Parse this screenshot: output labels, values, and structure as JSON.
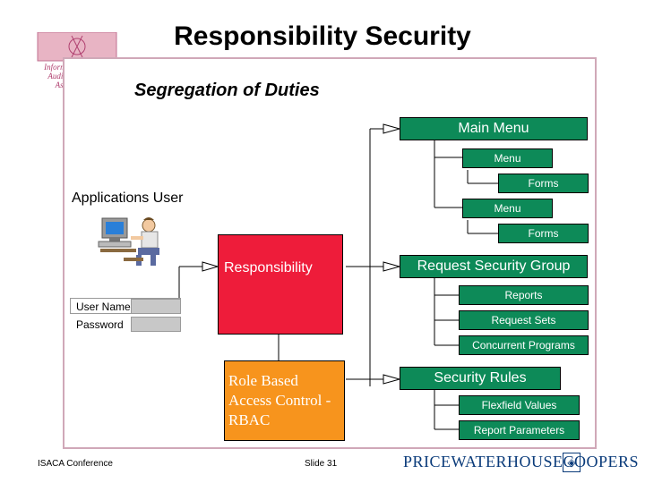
{
  "title": "Responsibility Security",
  "subtitle": "Segregation of Duties",
  "logo": {
    "text": "Information Systems Audit and Control Association®"
  },
  "applications_user_label": "Applications User",
  "login": {
    "user_name_label": "User Name",
    "password_label": "Password"
  },
  "responsibility_label": "Responsibility",
  "rbac_label": "Role Based Access Control - RBAC",
  "main_menu": {
    "label": "Main Menu",
    "items": [
      "Menu",
      "Forms",
      "Menu",
      "Forms"
    ]
  },
  "request_security_group": {
    "label": "Request Security Group",
    "items": [
      "Reports",
      "Request Sets",
      "Concurrent Programs"
    ]
  },
  "security_rules": {
    "label": "Security Rules",
    "items": [
      "Flexfield Values",
      "Report Parameters"
    ]
  },
  "footer": {
    "left": "ISACA Conference",
    "slide": "Slide 31",
    "brand": "PRICEWATERHOUSECOOPERS"
  },
  "colors": {
    "box_green": "#0d8a58",
    "responsibility_red": "#ee1c3a",
    "rbac_orange": "#f7941d",
    "frame_border": "#d0a8b8"
  }
}
